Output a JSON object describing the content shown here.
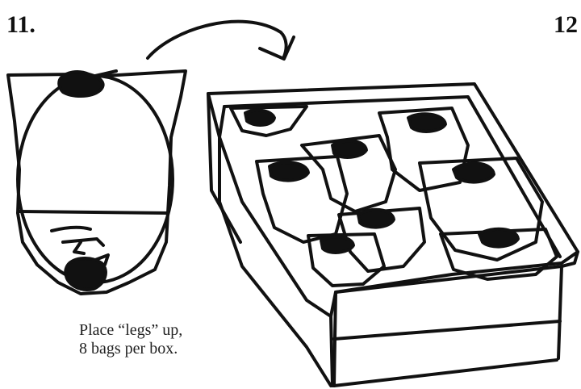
{
  "steps": {
    "current": "11.",
    "next": "12"
  },
  "caption": {
    "line1": "Place “legs” up,",
    "line2": "8 bags per box."
  },
  "illustration": {
    "bags_in_box": 8,
    "line_color": "#111111",
    "background": "#ffffff"
  }
}
